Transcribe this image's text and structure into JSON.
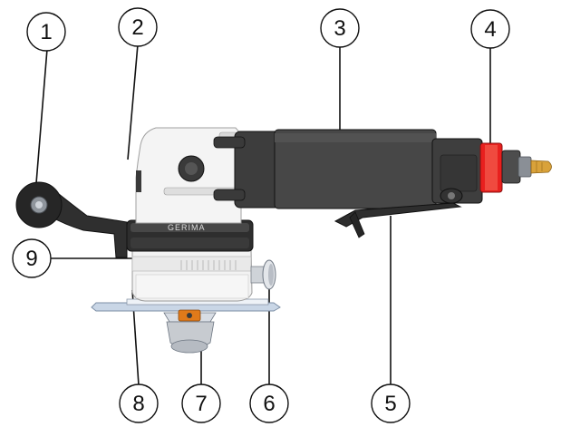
{
  "figure": {
    "brand_label": "GERIMA",
    "callouts": [
      {
        "id": "c1",
        "number": "1"
      },
      {
        "id": "c2",
        "number": "2"
      },
      {
        "id": "c3",
        "number": "3"
      },
      {
        "id": "c4",
        "number": "4"
      },
      {
        "id": "c5",
        "number": "5"
      },
      {
        "id": "c6",
        "number": "6"
      },
      {
        "id": "c7",
        "number": "7"
      },
      {
        "id": "c8",
        "number": "8"
      },
      {
        "id": "c9",
        "number": "9"
      }
    ],
    "colors": {
      "body_dark": "#3a3a3a",
      "body_mid": "#4a4a4a",
      "housing_white": "#f2f2f2",
      "red_collar": "#e8201e",
      "brass_fitting": "#d9a23a",
      "base_plate": "#c9d6e6",
      "orange_nut": "#e07a1a",
      "leader_line": "#111111"
    }
  }
}
